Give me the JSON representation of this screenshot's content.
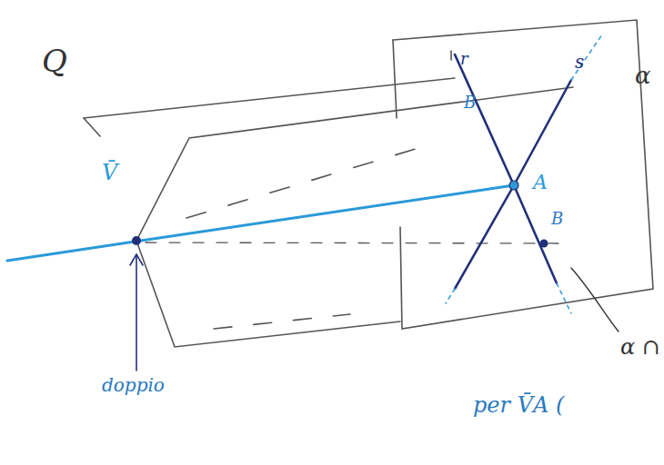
{
  "diagram": {
    "labels": [
      "Q",
      "V̄",
      "r",
      "B",
      "s",
      "A",
      "B",
      "α",
      "α ∩",
      "doppio",
      "per V̄A ("
    ]
  }
}
